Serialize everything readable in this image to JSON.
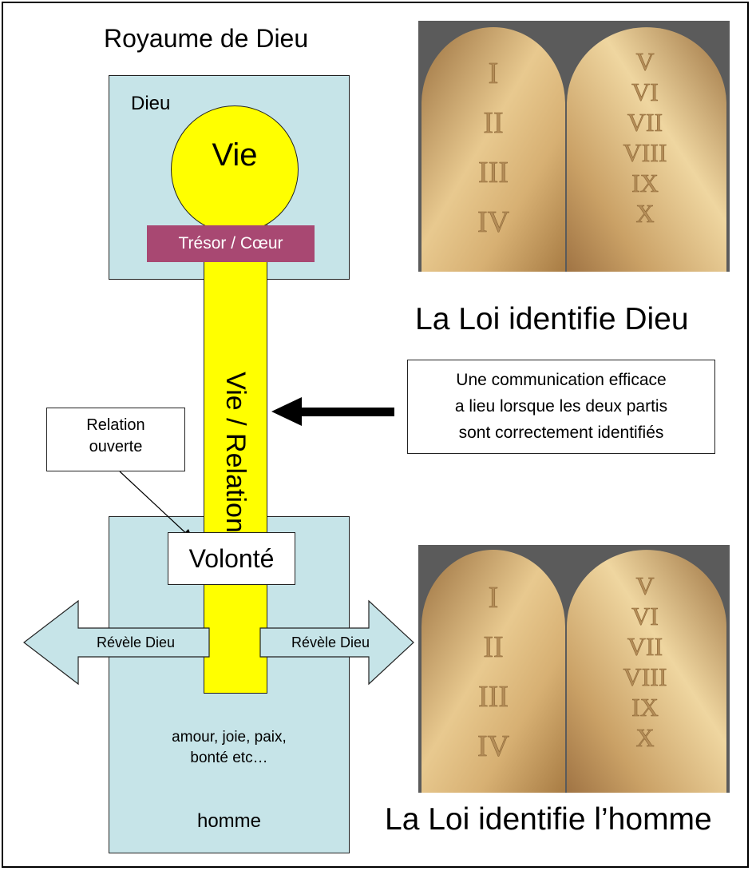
{
  "kingdom_title": "Royaume de Dieu",
  "god_label": "Dieu",
  "life_label": "Vie",
  "treasure_label": "Trésor / Cœur",
  "bar_label": "Vie / Relation",
  "relation_note": [
    "Relation",
    "ouverte"
  ],
  "will_label": "Volonté",
  "reveal_left": "Révèle Dieu",
  "reveal_right": "Révèle Dieu",
  "fruits": [
    "amour, joie, paix,",
    "bonté etc…"
  ],
  "man_label": "homme",
  "caption_god": "La Loi identifie Dieu",
  "caption_man": "La Loi identifie l’homme",
  "communication_note": [
    "Une communication efficace",
    "a lieu lorsque les deux partis",
    "sont correctement identifiés"
  ],
  "tablets_top": {
    "left": [
      "I",
      "II",
      "III",
      "IV"
    ],
    "right": [
      "V",
      "VI",
      "VII",
      "VIII",
      "IX",
      "X"
    ]
  },
  "tablets_bottom": {
    "left": [
      "I",
      "II",
      "III",
      "IV"
    ],
    "right": [
      "V",
      "VI",
      "VII",
      "VIII",
      "IX",
      "X"
    ]
  },
  "colors": {
    "box_fill": "#c6e4e8",
    "life_yellow": "#ffff00",
    "treasure_fill": "#a84872",
    "stone_light": "#e6c48c",
    "stone_dark": "#a87c44",
    "tablet_bg": "#5b5b5b"
  }
}
